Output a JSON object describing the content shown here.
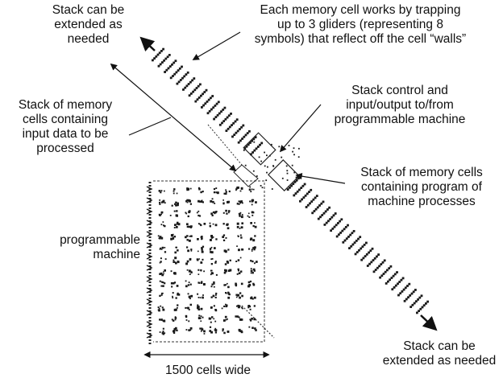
{
  "labels": {
    "stack_top": [
      "Stack can be",
      "extended as",
      "needed"
    ],
    "memory_cell": [
      "Each memory cell works by trapping",
      "up to 3 gliders (representing 8",
      "symbols) that reflect off the cell “walls”"
    ],
    "input_stack": [
      "Stack of memory",
      "cells containing",
      "input data to be",
      "processed"
    ],
    "stack_control": [
      "Stack control and",
      "input/output to/from",
      "programmable machine"
    ],
    "program_stack": [
      "Stack of memory cells",
      "containing program of",
      "machine processes"
    ],
    "machine": [
      "programmable",
      "machine"
    ],
    "stack_bottom": [
      "Stack can be",
      "extended as needed"
    ],
    "width": "1500 cells wide"
  },
  "colors": {
    "ink": "#111111",
    "pattern": "#1a1a1a"
  }
}
